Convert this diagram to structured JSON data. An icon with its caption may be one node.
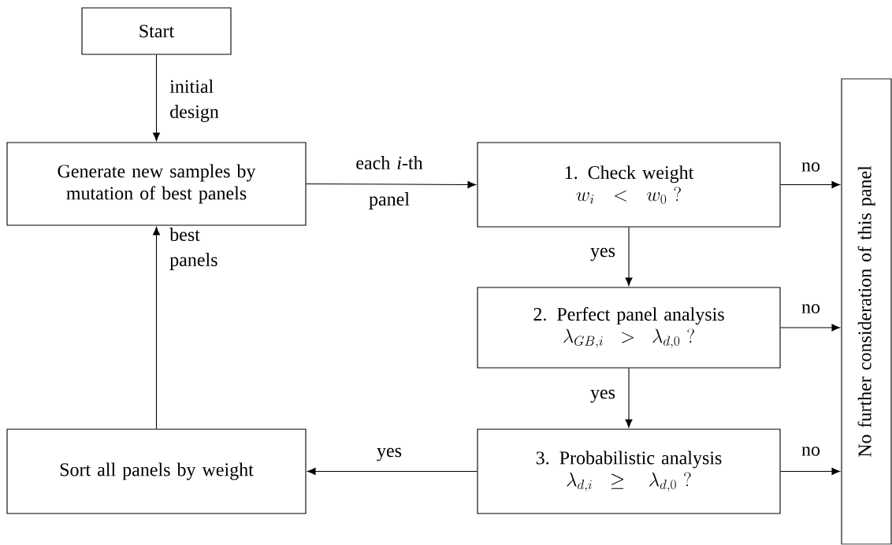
{
  "diagram": {
    "nodes": [
      {
        "text": [
          "Start"
        ]
      },
      {
        "text": [
          "Generate new samples by mutation of best panels"
        ]
      },
      {
        "text": [
          "1. Check weight",
          "w_i < w_0\\ ?"
        ]
      },
      {
        "text": [
          "2. Perfect panel analysis",
          "\\lambda_{GB,i} > \\lambda_{d,0}\\ ?"
        ]
      },
      {
        "text": [
          "3. Probabilistic analysis",
          "\\lambda_{d,i} \\geq\\ \\lambda_{d,0}\\ ?"
        ]
      },
      {
        "text": [
          "Sort all panels by weight"
        ]
      },
      {
        "text": [
          "No further consideration of this panel"
        ]
      }
    ],
    "edges": [
      {
        "from": 0,
        "to": 1,
        "arrow": "to",
        "label": "initial design"
      },
      {
        "from": 1,
        "to": 2,
        "arrow": "to",
        "label": "each *i*-th panel"
      },
      {
        "from": 2,
        "to": 6,
        "arrow": "to",
        "label": "no"
      },
      {
        "from": 2,
        "to": 3,
        "arrow": "to",
        "label": "yes"
      },
      {
        "from": 3,
        "to": 6,
        "arrow": "to",
        "label": "no"
      },
      {
        "from": 3,
        "to": 4,
        "arrow": "to",
        "label": "yes"
      },
      {
        "from": 4,
        "to": 6,
        "arrow": "to",
        "label": "no"
      },
      {
        "from": 4,
        "to": 5,
        "arrow": "to",
        "label": "yes"
      },
      {
        "from": 5,
        "to": 1,
        "arrow": "to",
        "label": "best panels"
      }
    ]
  }
}
